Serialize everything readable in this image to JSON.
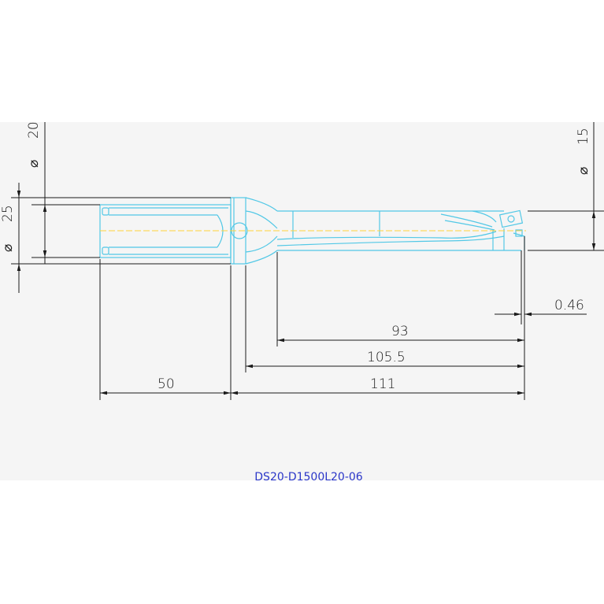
{
  "drawing": {
    "part_number": "DS20-D1500L20-06",
    "colors": {
      "tool_outline": "#52c8e6",
      "centerline": "#ffd43a",
      "dimension": "#1a1a1a",
      "caption": "#2a36c8"
    }
  },
  "dimensions": {
    "shank_dia_symbol": "⌀",
    "shank_dia_value": "20",
    "flange_dia_symbol": "⌀",
    "flange_dia_value": "25",
    "drill_dia_symbol": "⌀",
    "drill_dia_value": "15",
    "tip_offset": "0.46",
    "flute_length": "93",
    "body_length": "105.5",
    "overall_length": "111",
    "shank_length": "50"
  }
}
